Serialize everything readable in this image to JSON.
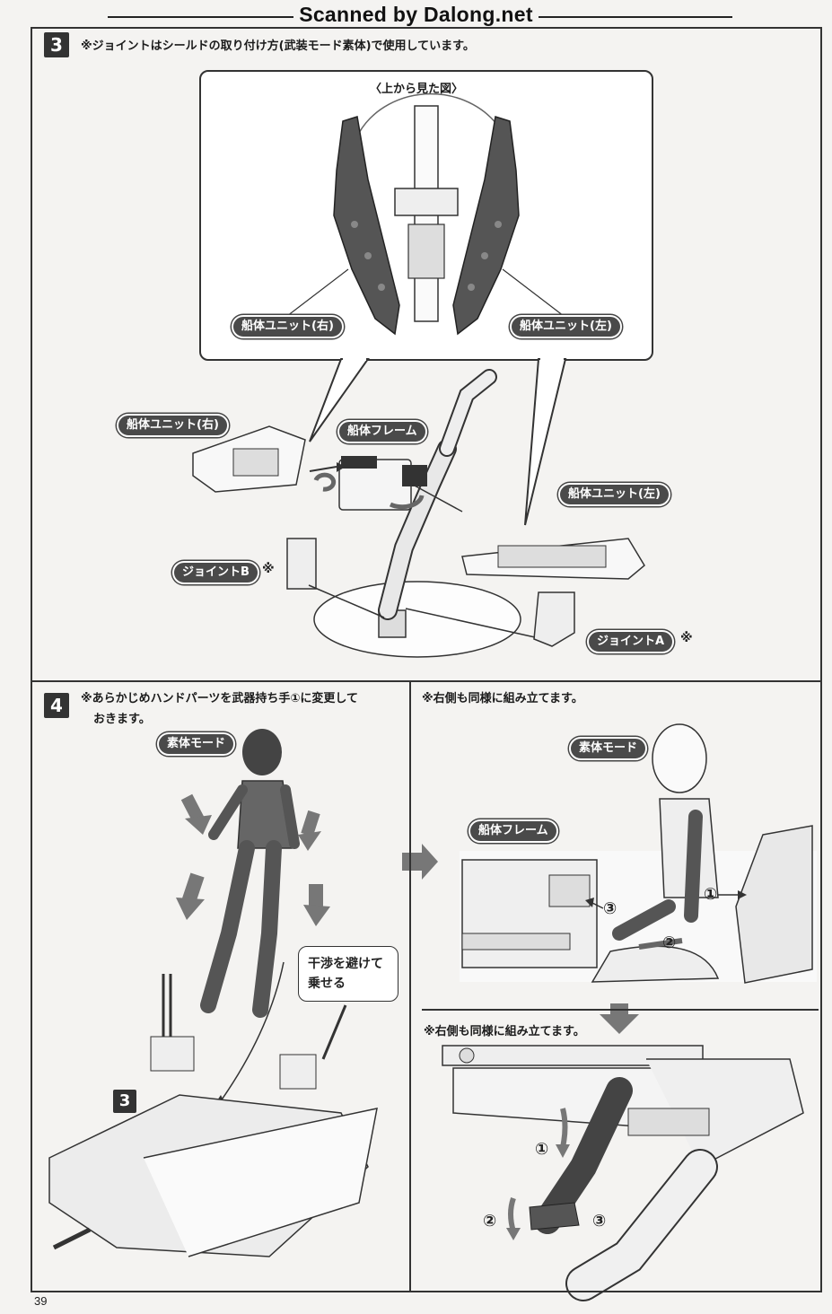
{
  "header": {
    "scan_credit": "Scanned by Dalong.net"
  },
  "step3": {
    "number": "3",
    "note": "※ジョイントはシールドの取り付け方(武装モード素体)で使用しています。",
    "top_view_title": "〈上から見た図〉",
    "callout_labels": {
      "hull_right": "船体ユニット(右)",
      "hull_left": "船体ユニット(左)"
    },
    "labels": {
      "hull_right": "船体ユニット(右)",
      "hull_frame": "船体フレーム",
      "hull_left": "船体ユニット(左)",
      "joint_b": "ジョイントB",
      "joint_a": "ジョイントA",
      "asterisk": "※"
    }
  },
  "step4": {
    "number": "4",
    "note_line1": "※あらかじめハンドパーツを武器持ち手①に変更して",
    "note_line2": "おきます。",
    "left": {
      "body_mode": "素体モード",
      "balloon_line1": "干渉を避けて",
      "balloon_line2": "乗せる",
      "ref_step": "3"
    },
    "right_top": {
      "note": "※右側も同様に組み立てます。",
      "body_mode": "素体モード",
      "hull_frame": "船体フレーム",
      "marks": [
        "①",
        "②",
        "③"
      ]
    },
    "right_bottom": {
      "note": "※右側も同様に組み立てます。",
      "marks": [
        "①",
        "②",
        "③"
      ]
    }
  },
  "footer": {
    "page_number": "39"
  }
}
